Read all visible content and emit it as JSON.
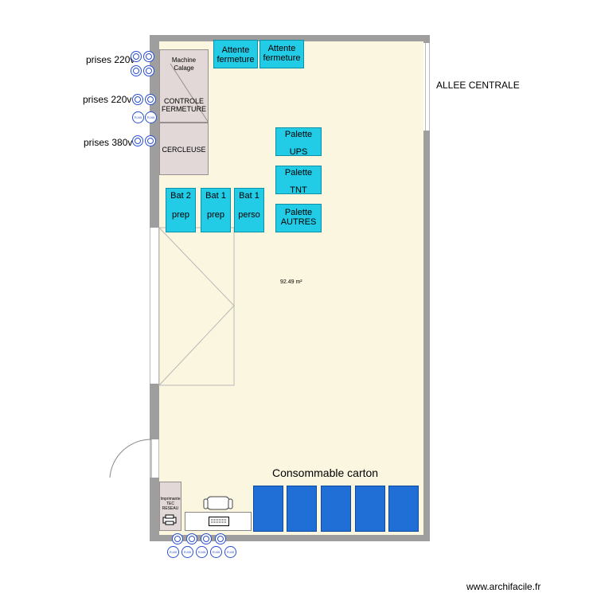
{
  "labels": {
    "prises_220_top": "prises 220v",
    "prises_220_mid": "prises 220v",
    "prises_380": "prises 380v",
    "allee_centrale": "ALLEE CENTRALE",
    "area": "92.49 m²",
    "consommable": "Consommable carton",
    "watermark": "www.archifacile.fr"
  },
  "stations": {
    "attente1": "Attente fermeture",
    "attente2": "Attente fermeture",
    "machine_calage": "Machine Calage",
    "controle_fermeture": "CONTROLE FERMETURE",
    "cercleuse": "CERCLEUSE",
    "imprimante": "Imprimante TEC RESEAU"
  },
  "palettes": [
    {
      "line1": "Palette",
      "line2": "UPS"
    },
    {
      "line1": "Palette",
      "line2": "TNT"
    },
    {
      "line1": "Palette",
      "line2": "AUTRES"
    }
  ],
  "batteries": [
    {
      "line1": "Bat 2",
      "line2": "prep"
    },
    {
      "line1": "Bat 1",
      "line2": "prep"
    },
    {
      "line1": "Bat 1",
      "line2": "perso"
    }
  ],
  "sockets": {
    "rj45_label": "RJ45"
  },
  "colors": {
    "floor": "#fbf6df",
    "wall": "#9e9e9e",
    "station_cyan": "#22cbe6",
    "machine_grey": "#e2d8d8",
    "consumable_blue": "#1f6fd6",
    "socket_blue": "#2a4fd0"
  }
}
